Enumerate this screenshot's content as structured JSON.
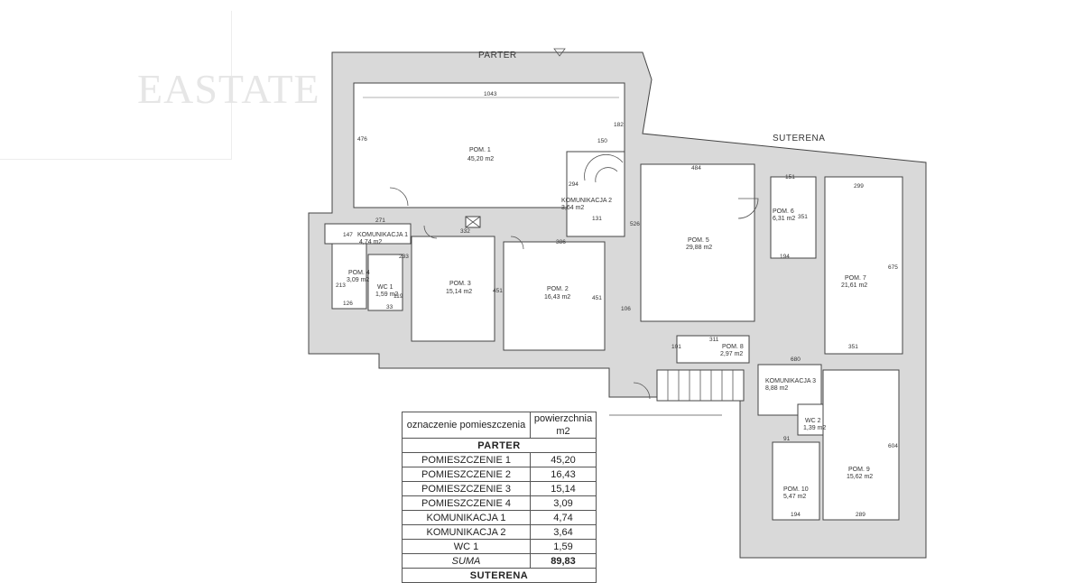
{
  "watermark": {
    "text": "EASTATE"
  },
  "plan": {
    "parter_label": "PARTER",
    "suterena_label": "SUTERENA",
    "rooms": [
      {
        "name": "POM. 1",
        "area": "45,20 m2"
      },
      {
        "name": "POM. 2",
        "area": "16,43 m2"
      },
      {
        "name": "POM. 3",
        "area": "15,14 m2"
      },
      {
        "name": "POM. 4",
        "area": "3,09 m2"
      },
      {
        "name": "KOMUNIKACJA 1",
        "area": "4,74 m2"
      },
      {
        "name": "KOMUNIKACJA 2",
        "area": "3,64 m2"
      },
      {
        "name": "WC 1",
        "area": "1,59 m2"
      },
      {
        "name": "POM. 5",
        "area": "29,88 m2"
      },
      {
        "name": "POM. 6",
        "area": "6,31 m2"
      },
      {
        "name": "POM. 7",
        "area": "21,61 m2"
      },
      {
        "name": "POM. 8",
        "area": "2,97 m2"
      },
      {
        "name": "KOMUNIKACJA 3",
        "area": "8,88 m2"
      },
      {
        "name": "WC 2",
        "area": "1,39 m2"
      },
      {
        "name": "POM. 9",
        "area": "15,62 m2"
      },
      {
        "name": "POM. 10",
        "area": "5,47 m2"
      }
    ],
    "dims": [
      "1043",
      "476",
      "182",
      "150",
      "294",
      "131",
      "271",
      "332",
      "386",
      "147",
      "233",
      "213",
      "126",
      "119",
      "33",
      "451",
      "451",
      "106",
      "484",
      "526",
      "151",
      "351",
      "194",
      "299",
      "675",
      "351",
      "311",
      "101",
      "680",
      "604",
      "91",
      "194",
      "289"
    ]
  },
  "table": {
    "header": [
      "oznaczenie pomieszczenia",
      "powierzchnia m2"
    ],
    "section_parter": "PARTER",
    "rows": [
      {
        "name": "POMIESZCZENIE 1",
        "value": "45,20"
      },
      {
        "name": "POMIESZCZENIE 2",
        "value": "16,43"
      },
      {
        "name": "POMIESZCZENIE 3",
        "value": "15,14"
      },
      {
        "name": "POMIESZCZENIE 4",
        "value": "3,09"
      },
      {
        "name": "KOMUNIKACJA 1",
        "value": "4,74"
      },
      {
        "name": "KOMUNIKACJA 2",
        "value": "3,64"
      },
      {
        "name": "WC 1",
        "value": "1,59"
      }
    ],
    "sum_label": "SUMA",
    "sum_value": "89,83",
    "section_suterena": "SUTERENA"
  }
}
